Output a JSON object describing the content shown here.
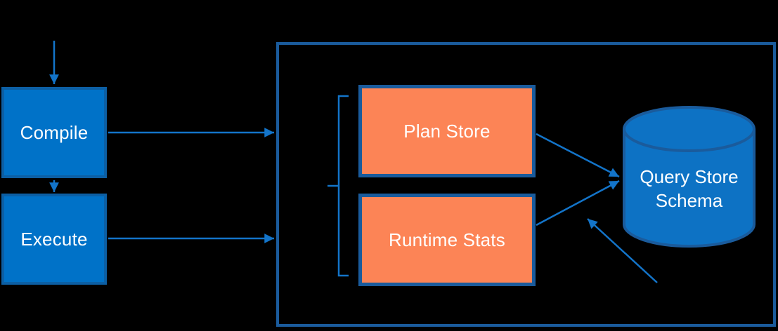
{
  "diagram": {
    "type": "flow-diagram",
    "background_color": "#000000"
  },
  "nodes": {
    "compile": {
      "label": "Compile"
    },
    "execute": {
      "label": "Execute"
    },
    "plan_store": {
      "label": "Plan Store"
    },
    "runtime_stats": {
      "label": "Runtime Stats"
    },
    "query_store_schema": {
      "lines": [
        "Query Store",
        "Schema"
      ]
    },
    "query_store_container": {
      "label": ""
    }
  },
  "edges": [
    {
      "from": "offscreen-top",
      "to": "Compile",
      "style": "arrow-down"
    },
    {
      "from": "Compile",
      "to": "Execute",
      "style": "arrow-down"
    },
    {
      "from": "Compile",
      "to": "Query Store container",
      "style": "arrow-right"
    },
    {
      "from": "Execute",
      "to": "Query Store container",
      "style": "arrow-right"
    },
    {
      "from": "Plan Store",
      "to": "Query Store Schema",
      "style": "arrow-diagonal"
    },
    {
      "from": "Runtime Stats",
      "to": "Query Store Schema",
      "style": "arrow-diagonal"
    },
    {
      "from": "offscreen-bottom-right",
      "to": "between Runtime Stats and Query Store Schema",
      "style": "arrow-diagonal-up-left"
    }
  ],
  "grouping": {
    "bracket": "square brace spanning Plan Store and Runtime Stats"
  },
  "colors": {
    "process_box_fill": "#0072C8",
    "process_box_border": "#0C5FA4",
    "store_box_fill": "#FC8456",
    "store_box_border": "#1A5B9C",
    "container_border": "#1A5B9C",
    "cylinder_fill": "#0D72C4",
    "cylinder_border": "#1A5B9C",
    "arrow": "#1374C9",
    "label_text": "#FFFFFF"
  }
}
